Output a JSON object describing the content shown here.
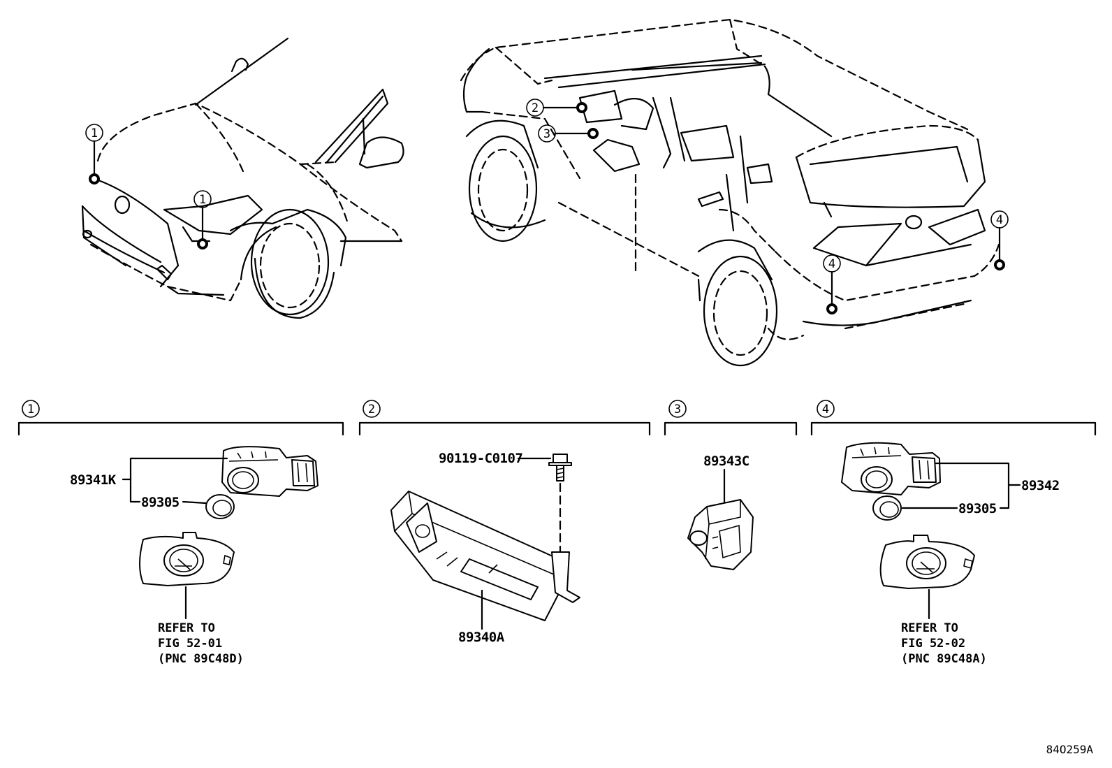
{
  "callouts": [
    "1",
    "2",
    "3",
    "4"
  ],
  "groups": [
    {
      "number": "1",
      "parts": [
        "89341K",
        "89305"
      ],
      "refer": [
        "REFER TO",
        "FIG 52-01",
        "(PNC 89C48D)"
      ]
    },
    {
      "number": "2",
      "parts": [
        "90119-C0107",
        "89340A"
      ]
    },
    {
      "number": "3",
      "parts": [
        "89343C"
      ]
    },
    {
      "number": "4",
      "parts": [
        "89342",
        "89305"
      ],
      "refer": [
        "REFER TO",
        "FIG 52-02",
        "(PNC 89C48A)"
      ]
    }
  ],
  "figure_code": "84O259A"
}
